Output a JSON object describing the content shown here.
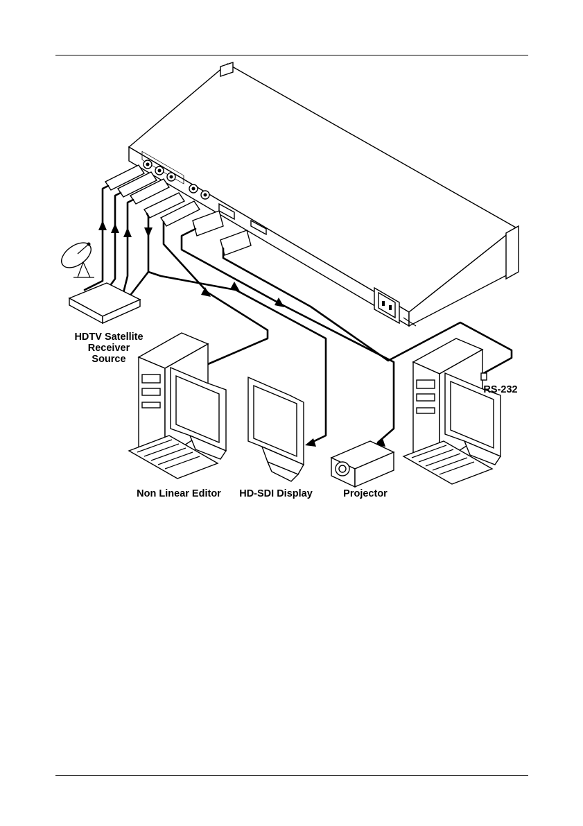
{
  "labels": {
    "source_line1": "HDTV Satellite",
    "source_line2": "Receiver",
    "source_line3": "Source",
    "non_linear_editor": "Non Linear Editor",
    "hd_sdi_display": "HD-SDI Display",
    "projector": "Projector",
    "rs232": "RS-232"
  },
  "icons": {
    "dish": "satellite-dish-icon",
    "receiver": "receiver-box-icon",
    "device": "rack-device-icon",
    "editor": "computer-workstation-icon",
    "monitor": "monitor-icon",
    "projector": "projector-icon",
    "pc": "computer-icon"
  }
}
